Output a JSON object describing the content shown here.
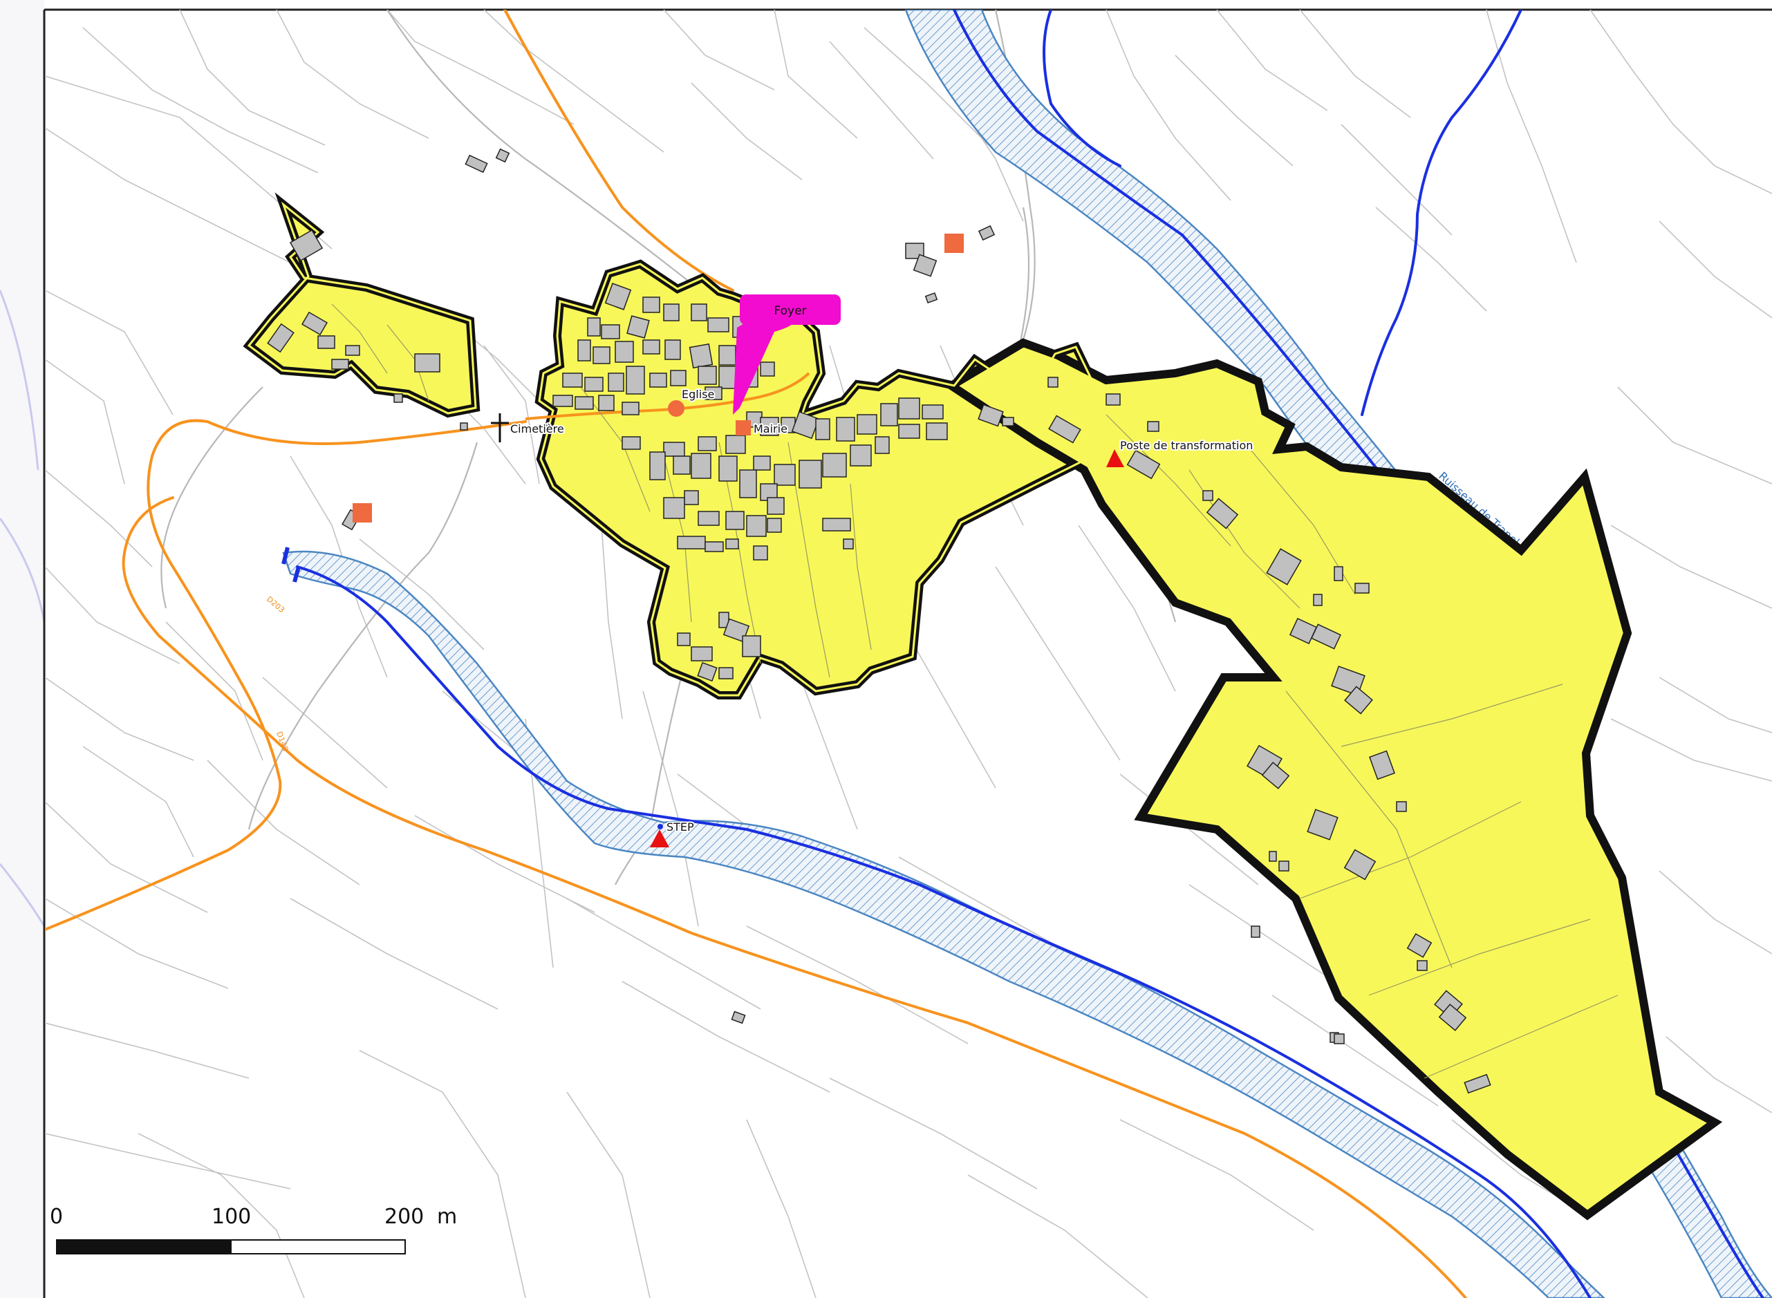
{
  "labels": {
    "foyer": "Foyer",
    "eglise": "Eglise",
    "mairie": "Mairie",
    "cimetiere": "Cimetière",
    "poste": "Poste de transformation",
    "step": "STEP",
    "river": "Ruisseau de Trapel",
    "road_d203": "D203",
    "road_d148": "D148"
  },
  "scale_bar": {
    "tick_0": "0",
    "tick_100": "100",
    "tick_200": "200",
    "unit": "m"
  },
  "colors": {
    "zone_fill": "#f7f75a",
    "zone_border": "#111111",
    "building_fill": "#c0c0c0",
    "road": "#f7931e",
    "river": "#1a2fe0",
    "flood_hatch": "#4b86c2",
    "poi_orange": "#ef6a3e",
    "transformer": "#e81010",
    "foyer_badge": "#f20ccf",
    "parcel_line": "#bfbfbf"
  },
  "icons": {
    "cemetery": "cross-icon",
    "transformer": "triangle-icon",
    "church": "circle-icon",
    "town_hall": "square-icon"
  }
}
